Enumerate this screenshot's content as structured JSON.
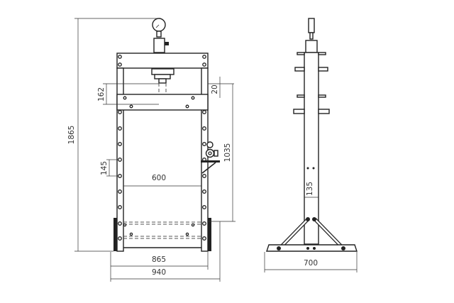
{
  "drawing": {
    "subject": "Hydraulic shop press technical drawing",
    "front_view": {
      "dimensions": {
        "overall_height": "1865",
        "table_thickness": "162",
        "ram_gap": "20",
        "working_height": "1035",
        "hole_pitch": "145",
        "inner_width": "600",
        "base_width": "865",
        "overall_width": "940"
      }
    },
    "side_view": {
      "dimensions": {
        "column_depth": "135",
        "base_depth": "700"
      }
    }
  }
}
